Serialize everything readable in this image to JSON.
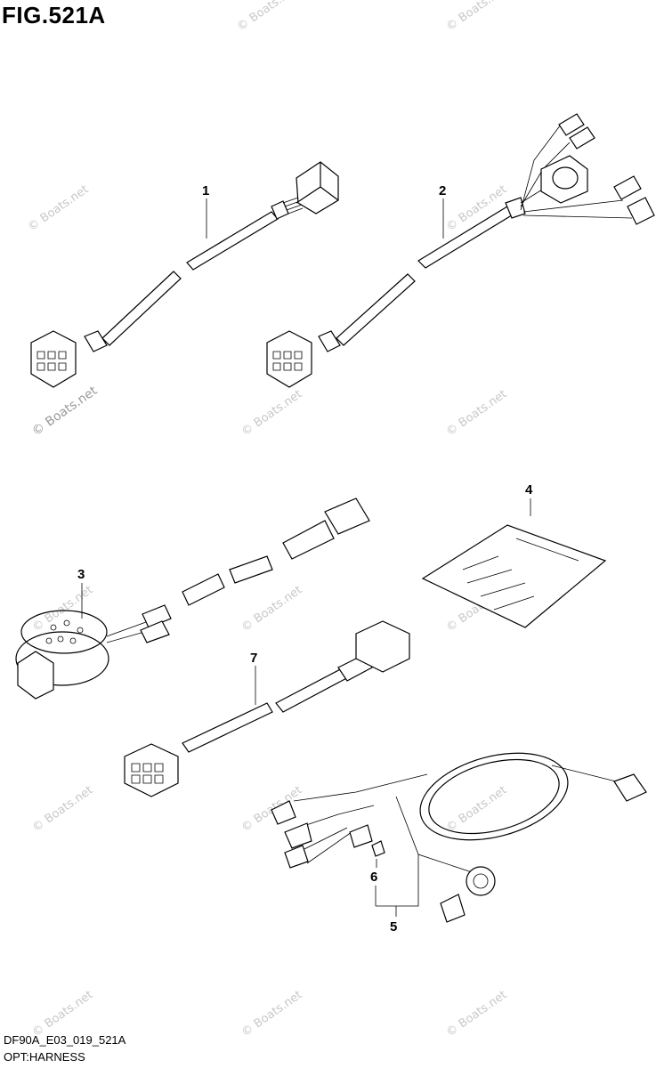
{
  "figure": {
    "title": "FIG.521A",
    "code": "DF90A_E03_019_521A",
    "name": "OPT:HARNESS"
  },
  "watermark": "© Boats.net",
  "callouts": [
    "1",
    "2",
    "3",
    "4",
    "5",
    "6",
    "7"
  ]
}
